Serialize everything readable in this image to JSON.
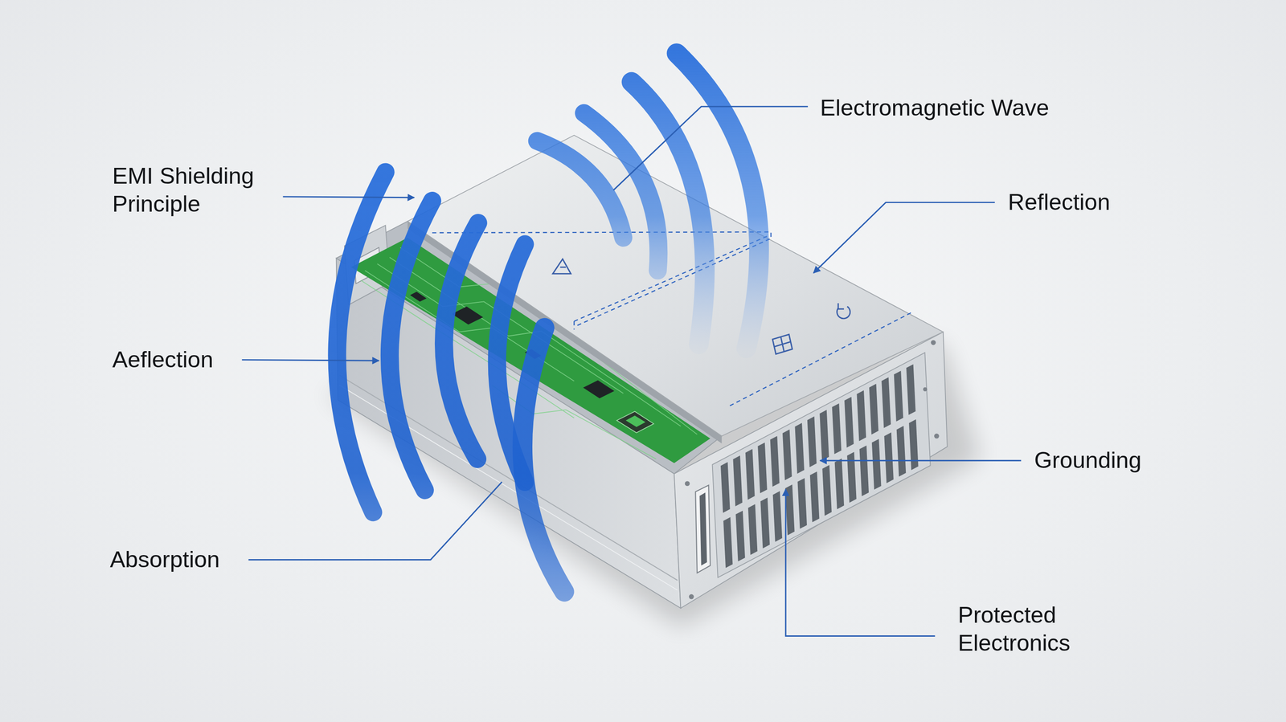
{
  "diagram": {
    "labels": [
      "Electromagnetic Wave",
      "EMI Shielding Principle",
      "Reflection",
      "Aeflection",
      "Grounding",
      "Absorption",
      "Protected Electronics"
    ]
  }
}
